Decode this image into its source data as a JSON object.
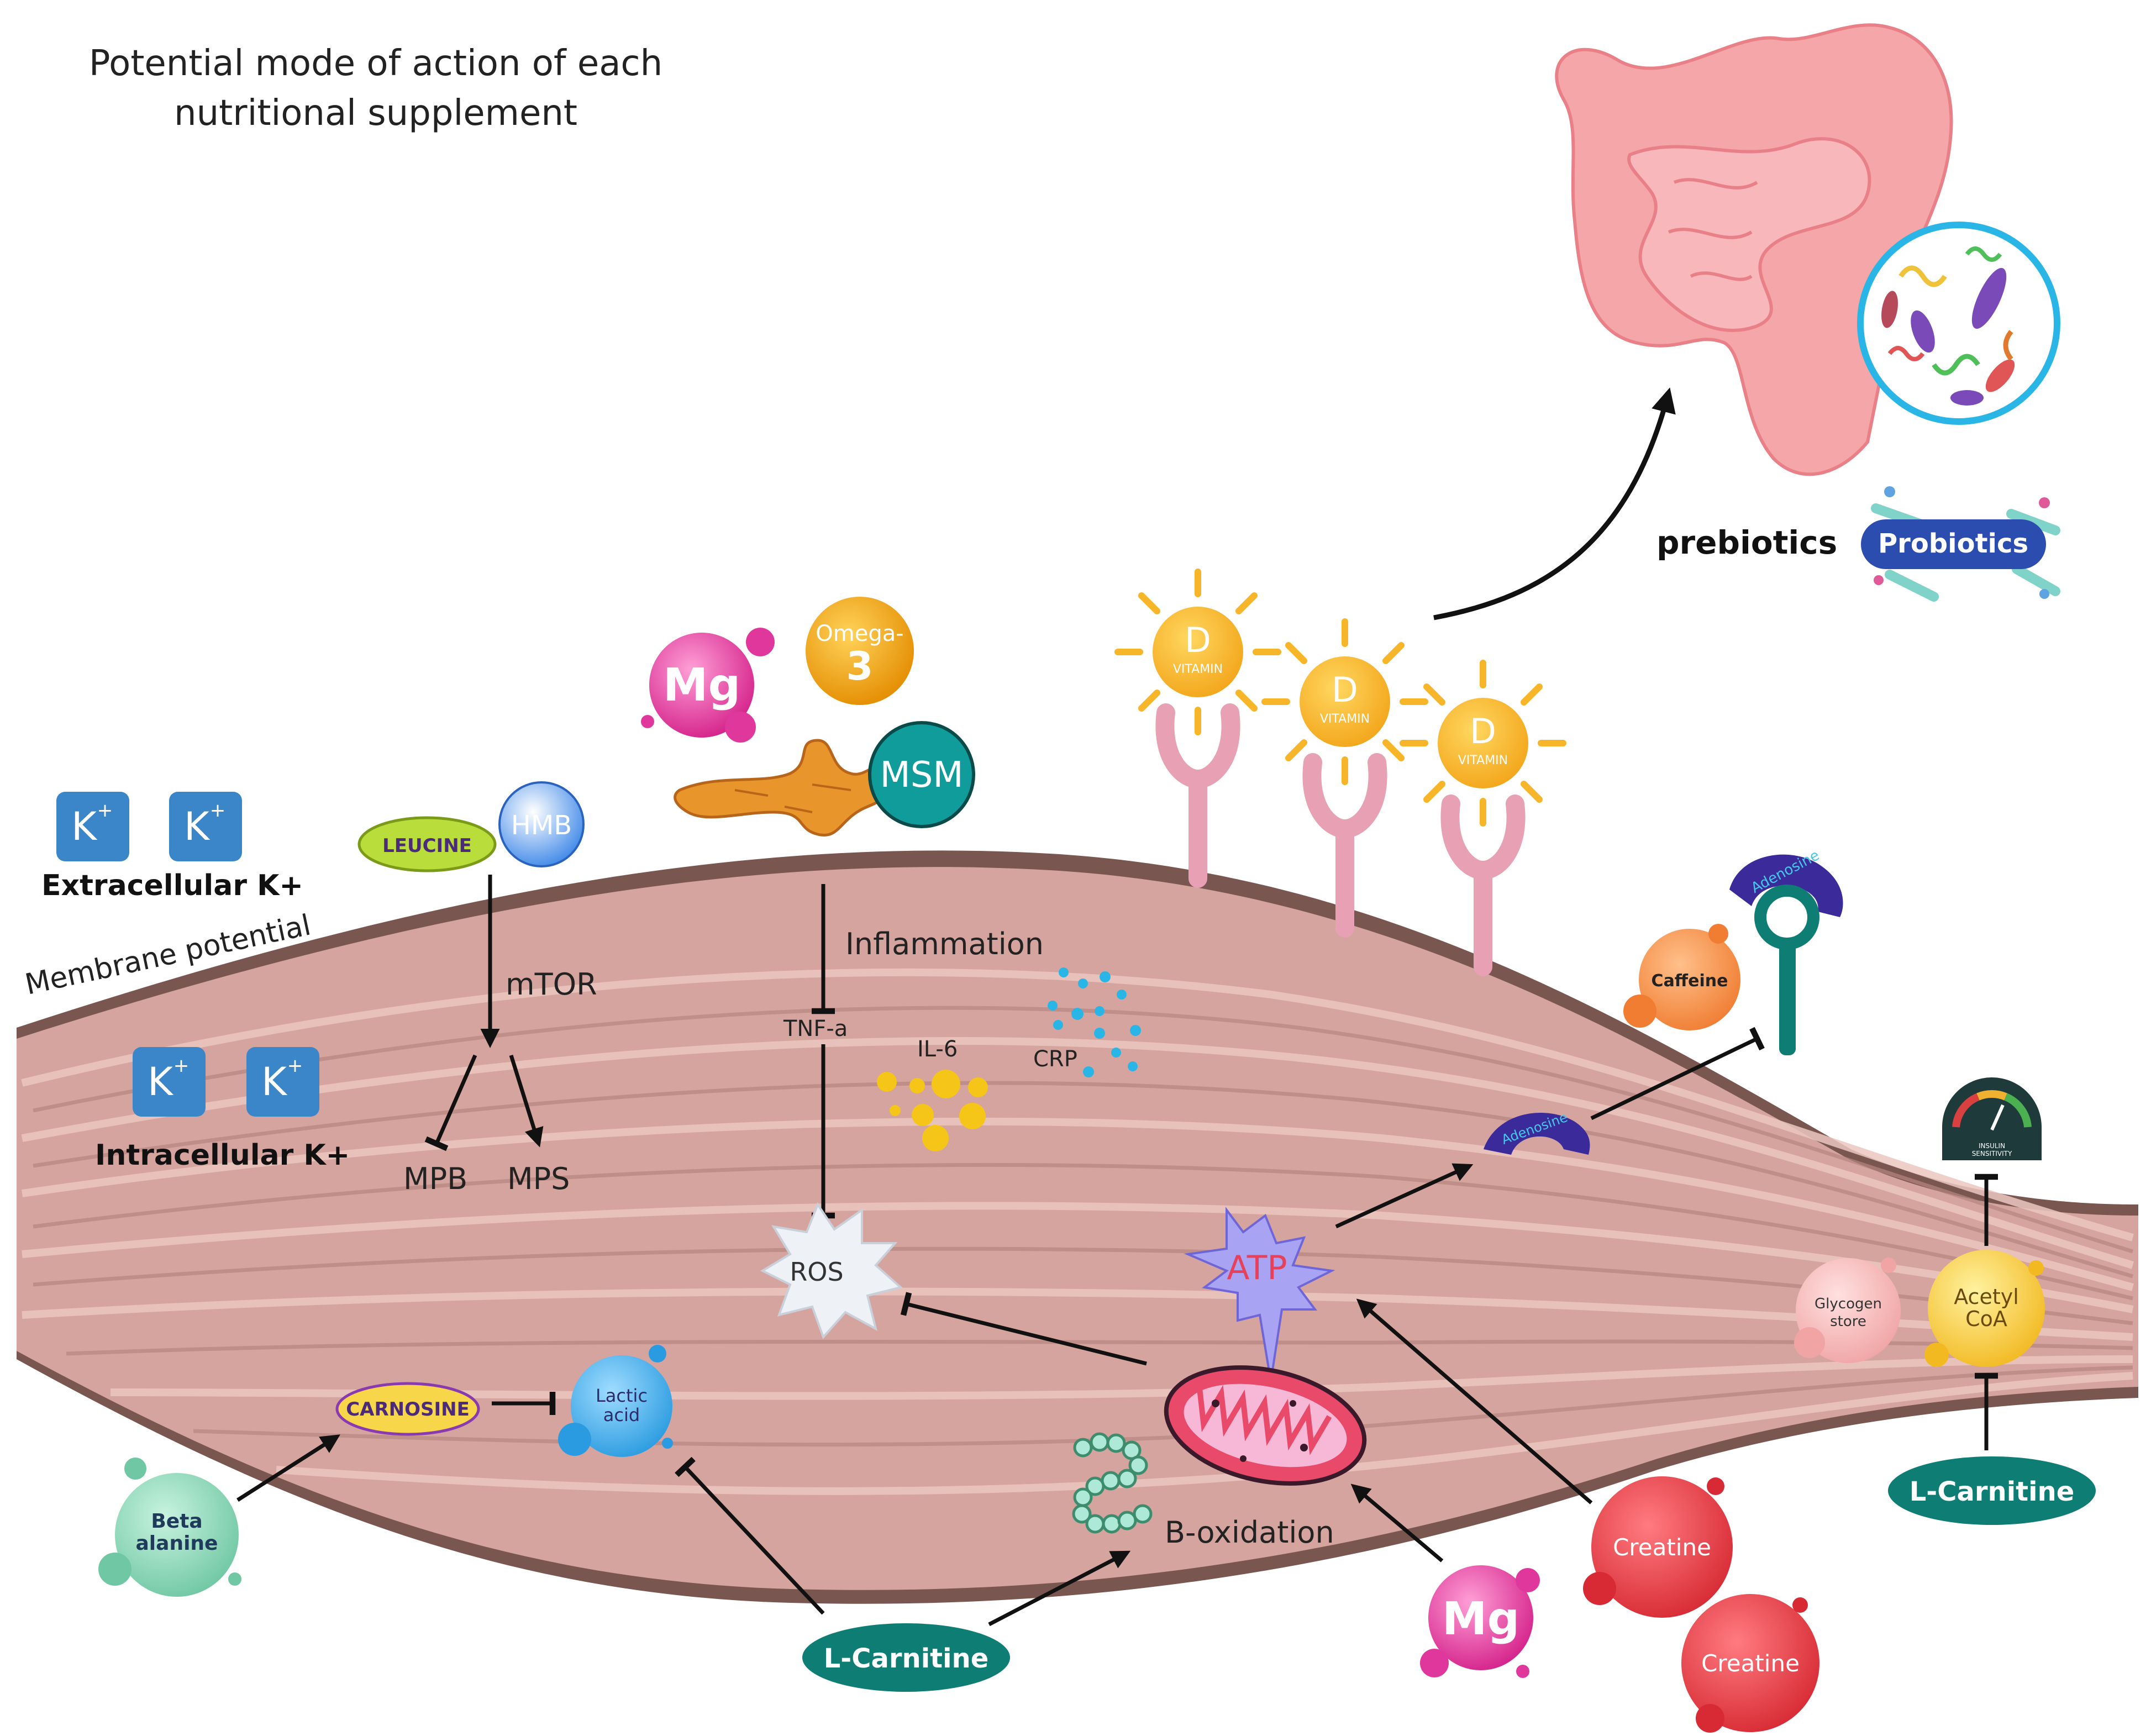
{
  "title": {
    "line1": "Potential mode of action of each",
    "line2": "nutritional supplement"
  },
  "labels": {
    "extracellular_k": "Extracellular K+",
    "intracellular_k": "Intracellular K+",
    "membrane_potential": "Membrane potential",
    "k_ion": "K",
    "k_ion_sup": "+",
    "leucine": "LEUCINE",
    "hmb": "HMB",
    "mtor": "mTOR",
    "mpb": "MPB",
    "mps": "MPS",
    "mg": "Mg",
    "omega_line1": "Omega-",
    "omega_line2": "3",
    "msm": "MSM",
    "inflammation": "Inflammation",
    "tnf": "TNF-a",
    "il6": "IL-6",
    "crp": "CRP",
    "ros": "ROS",
    "vitamin_d_letter": "D",
    "vitamin_word": "VITAMIN",
    "prebiotics": "prebiotics",
    "probiotics": "Probiotics",
    "adenosine": "Adenosine",
    "caffeine": "Caffeine",
    "atp": "ATP",
    "b_oxidation": "B-oxidation",
    "carnosine": "CARNOSINE",
    "lactic_line1": "Lactic",
    "lactic_line2": "acid",
    "beta_line1": "Beta",
    "beta_line2": "alanine",
    "l_carnitine": "L-Carnitine",
    "creatine": "Creatine",
    "glycogen_line1": "Glycogen",
    "glycogen_line2": "store",
    "acetyl_line1": "Acetyl",
    "acetyl_line2": "CoA",
    "insulin_line1": "INSULIN",
    "insulin_line2": "SENSITIVITY"
  },
  "colors": {
    "muscle": "#d6a49e",
    "muscle_dark": "#7a5650",
    "potassium": "#3a86c8",
    "magnesium": "#e0379c",
    "omega": "#f3a100",
    "msm": "#0f9c9a",
    "vitamin_d": "#f7b62a",
    "receptor": "#e8a0b5",
    "teal": "#0e7d74",
    "creatine": "#e53a44",
    "atp": "#a8a3f2",
    "mito": "#e94a6a",
    "intestine": "#f5a6a8",
    "probiotics": "#2b4db0"
  },
  "icons": [
    "potassium-ion-icon",
    "magnesium-icon",
    "omega-3-icon",
    "msm-icon",
    "turmeric-icon",
    "vitamin-d-sun-icon",
    "receptor-icon",
    "intestine-icon",
    "bacteria-icon",
    "mitochondria-icon",
    "atp-burst-icon",
    "ros-burst-icon",
    "gauge-icon",
    "adenosine-receptor-icon"
  ]
}
